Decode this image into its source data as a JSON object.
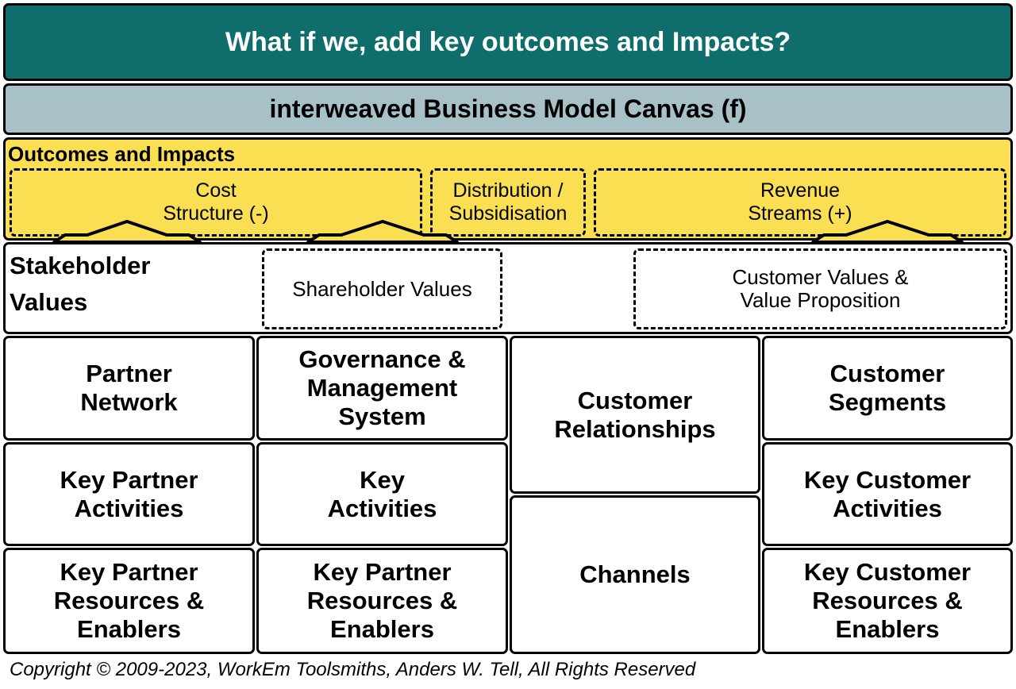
{
  "title": "What if we, add key outcomes and Impacts?",
  "subtitle": "interweaved Business Model Canvas (f)",
  "outcomes": {
    "label": "Outcomes and Impacts",
    "cost_structure": "Cost\nStructure (-)",
    "distribution": "Distribution /\nSubsidisation",
    "revenue_streams": "Revenue\nStreams (+)"
  },
  "values": {
    "stakeholder": "Stakeholder\nValues",
    "shareholder": "Shareholder Values",
    "customer": "Customer Values &\nValue Proposition"
  },
  "grid": {
    "partner_network": "Partner\nNetwork",
    "governance": "Governance &\nManagement\nSystem",
    "customer_relationships": "Customer\nRelationships",
    "customer_segments": "Customer\nSegments",
    "key_partner_activities": "Key Partner\nActivities",
    "key_activities": "Key\nActivities",
    "key_customer_activities": "Key Customer\nActivities",
    "key_partner_resources_1": "Key Partner\nResources &\nEnablers",
    "key_partner_resources_2": "Key Partner\nResources &\nEnablers",
    "channels": "Channels",
    "key_customer_resources": "Key Customer\nResources &\nEnablers"
  },
  "copyright": "Copyright © 2009-2023, WorkEm Toolsmiths, Anders W. Tell, All Rights Reserved",
  "colors": {
    "title_bg": "#0f6e6b",
    "subtitle_bg": "#a7c1c7",
    "outcomes_bg": "#fbdf52"
  }
}
